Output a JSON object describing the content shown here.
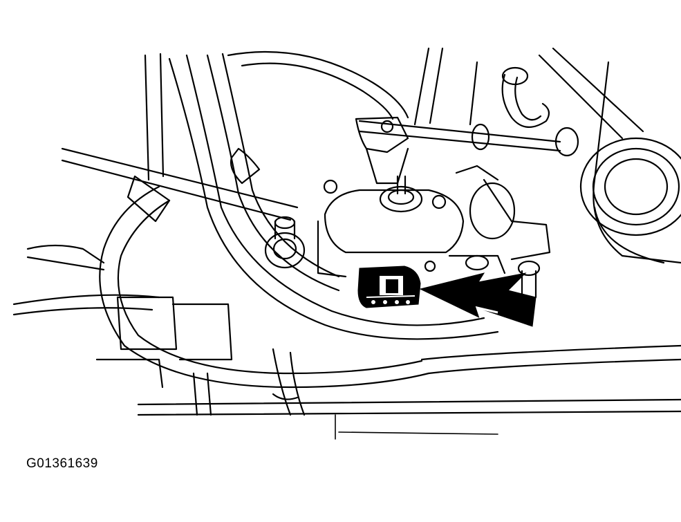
{
  "figure": {
    "id_label": "G01361639",
    "subject": "sensor-connector-location",
    "line_color": "#000000",
    "background_color": "#ffffff",
    "callout": "double-arrow-pointing-to-connector"
  }
}
